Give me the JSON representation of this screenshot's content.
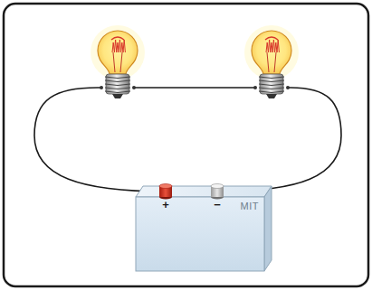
{
  "diagram": {
    "nodes": [
      {
        "text": [
          "MIT"
        ]
      }
    ],
    "labels": [
      "+",
      "−"
    ]
  }
}
